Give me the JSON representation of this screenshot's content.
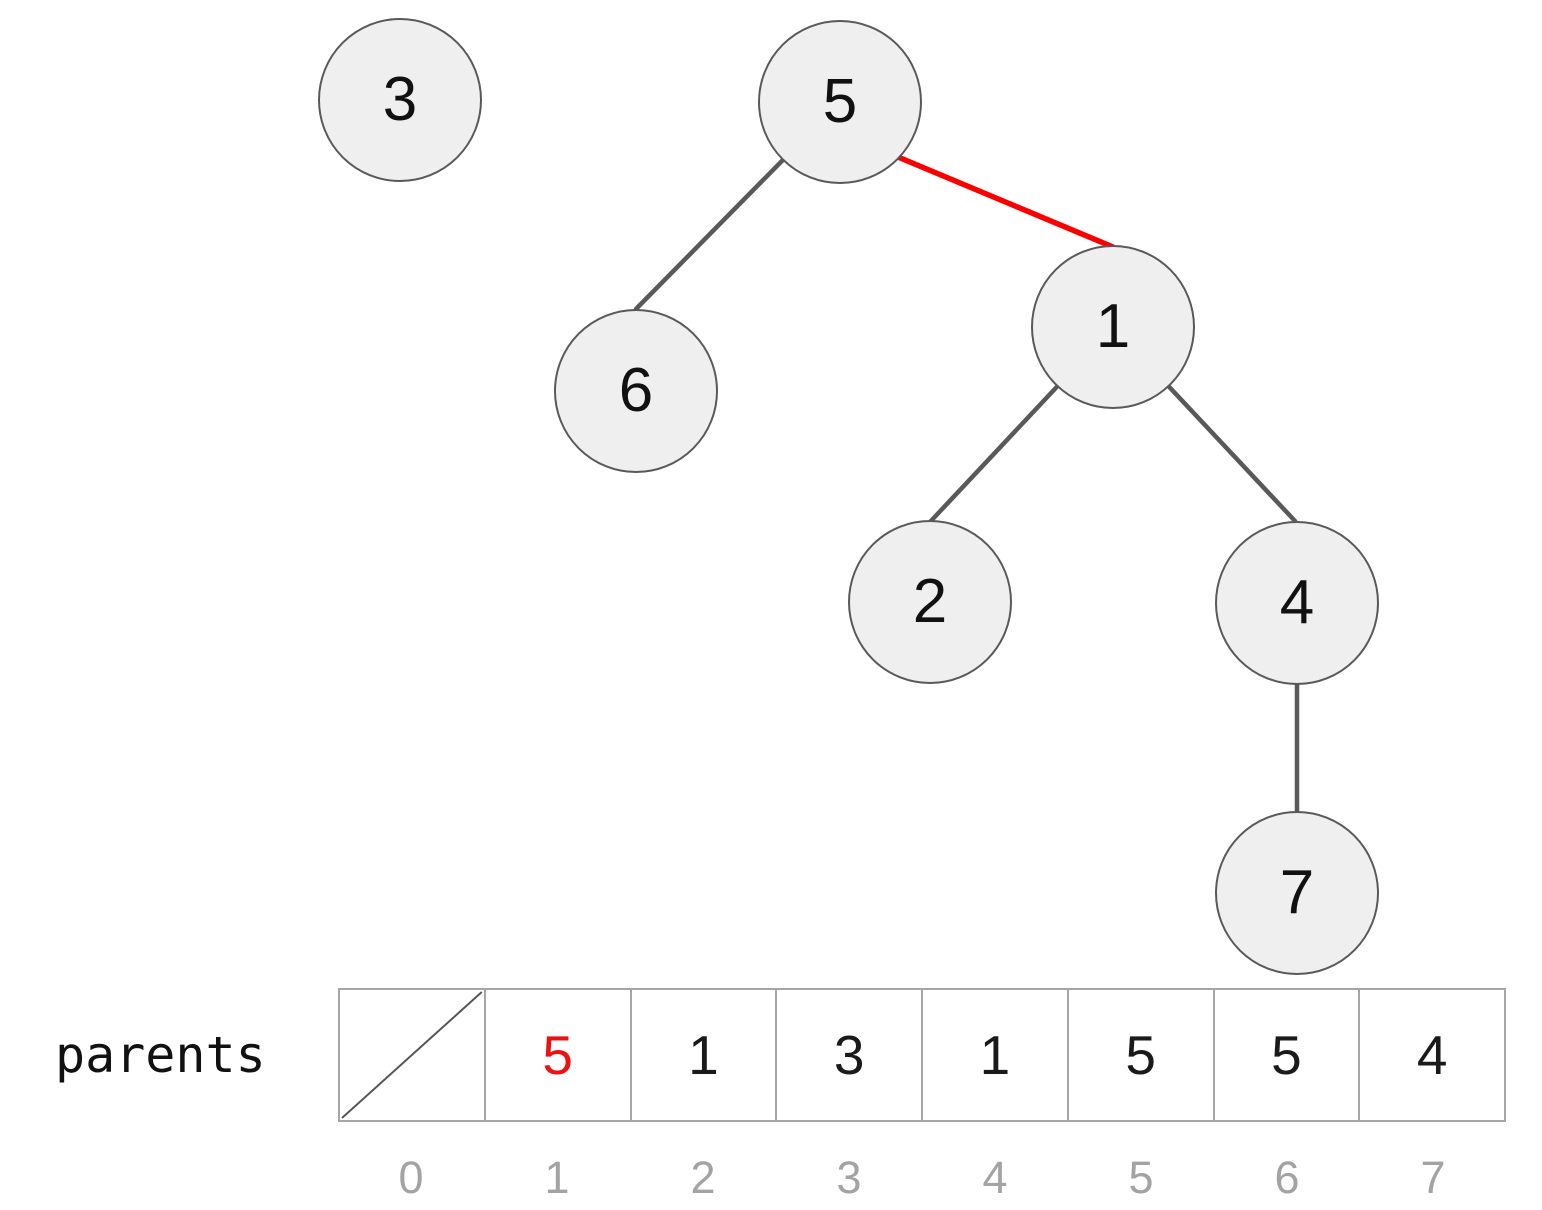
{
  "diagram_type": "union-find-forest",
  "colors": {
    "node_fill": "#efefef",
    "node_border": "#595959",
    "edge_gray": "#595959",
    "highlight_red": "#fa0000",
    "value_red": "#ee1111",
    "value_black": "#1a1a1a",
    "index_gray": "#a3a3a3",
    "cell_border": "#a6a6a6"
  },
  "tree": {
    "nodes": [
      {
        "label": "3"
      },
      {
        "label": "5"
      },
      {
        "label": "6"
      },
      {
        "label": "1"
      },
      {
        "label": "2"
      },
      {
        "label": "4"
      },
      {
        "label": "7"
      }
    ],
    "edges": [
      {
        "from": "5",
        "to": "6",
        "highlighted": false
      },
      {
        "from": "5",
        "to": "1",
        "highlighted": true
      },
      {
        "from": "1",
        "to": "2",
        "highlighted": false
      },
      {
        "from": "1",
        "to": "4",
        "highlighted": false
      },
      {
        "from": "4",
        "to": "7",
        "highlighted": false
      }
    ]
  },
  "array": {
    "label": "parents",
    "cells": [
      {
        "index": "0",
        "value": "",
        "empty_slash": true,
        "highlighted": false
      },
      {
        "index": "1",
        "value": "5",
        "empty_slash": false,
        "highlighted": true
      },
      {
        "index": "2",
        "value": "1",
        "empty_slash": false,
        "highlighted": false
      },
      {
        "index": "3",
        "value": "3",
        "empty_slash": false,
        "highlighted": false
      },
      {
        "index": "4",
        "value": "1",
        "empty_slash": false,
        "highlighted": false
      },
      {
        "index": "5",
        "value": "5",
        "empty_slash": false,
        "highlighted": false
      },
      {
        "index": "6",
        "value": "5",
        "empty_slash": false,
        "highlighted": false
      },
      {
        "index": "7",
        "value": "4",
        "empty_slash": false,
        "highlighted": false
      }
    ]
  }
}
